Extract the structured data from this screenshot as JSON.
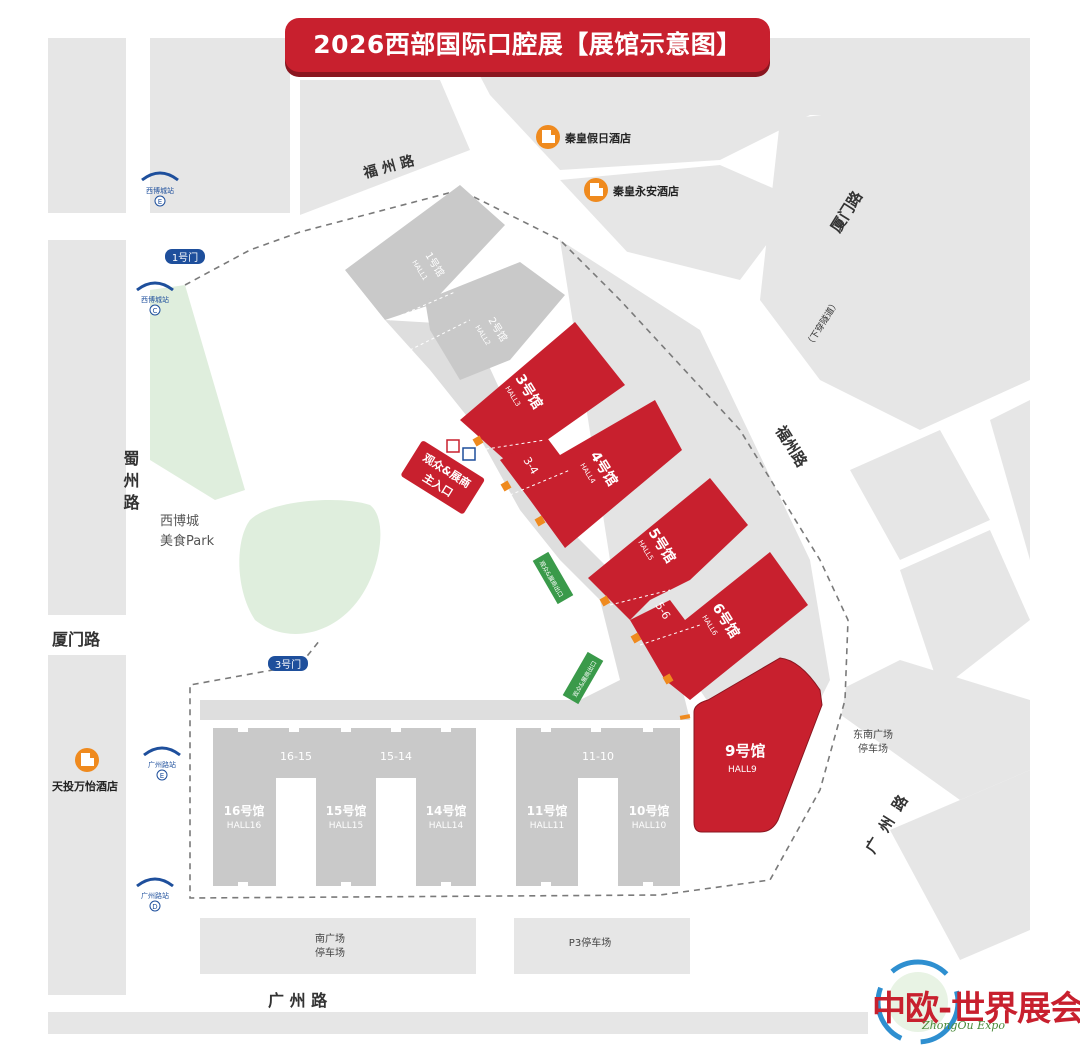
{
  "title": "2026西部国际口腔展【展馆示意图】",
  "roads": {
    "fuzhou_top": "福  州  路",
    "fuzhou_right": "福州路",
    "xiamen_right": "厦门路",
    "xiamen_left": "厦门路",
    "shuzhou": "蜀州路",
    "guangzhou_right": "广州路",
    "guangzhou_bottom": "广  州  路",
    "tunnel": "（下穿隧道）"
  },
  "hotels": [
    {
      "name": "秦皇假日酒店",
      "icon": "hotel-icon"
    },
    {
      "name": "秦皇永安酒店",
      "icon": "hotel-icon"
    },
    {
      "name": "天投万怡酒店",
      "icon": "hotel-icon"
    }
  ],
  "metro": [
    {
      "name": "西博城站",
      "exit": "E"
    },
    {
      "name": "西博城站",
      "exit": "C"
    },
    {
      "name": "广州路站",
      "exit": "E"
    },
    {
      "name": "广州路站",
      "exit": "D"
    }
  ],
  "gates": {
    "gate1": "1号门",
    "gate3": "3号门"
  },
  "park": {
    "line1": "西博城",
    "line2": "美食Park"
  },
  "entrance": {
    "line1": "观众&展商",
    "line2": "主入口"
  },
  "halls": [
    {
      "name": "1号馆",
      "en": "HALL1",
      "highlight": false
    },
    {
      "name": "2号馆",
      "en": "HALL2",
      "highlight": false
    },
    {
      "name": "3号馆",
      "en": "HALL3",
      "highlight": true
    },
    {
      "name": "4号馆",
      "en": "HALL4",
      "highlight": true
    },
    {
      "name": "5号馆",
      "en": "HALL5",
      "highlight": true
    },
    {
      "name": "6号馆",
      "en": "HALL6",
      "highlight": true
    },
    {
      "name": "9号馆",
      "en": "HALL9",
      "highlight": true
    },
    {
      "name": "16号馆",
      "en": "HALL16",
      "highlight": false
    },
    {
      "name": "15号馆",
      "en": "HALL15",
      "highlight": false
    },
    {
      "name": "14号馆",
      "en": "HALL14",
      "highlight": false
    },
    {
      "name": "11号馆",
      "en": "HALL11",
      "highlight": false
    },
    {
      "name": "10号馆",
      "en": "HALL10",
      "highlight": false
    }
  ],
  "connectors": {
    "c34": "3-4",
    "c56": "5-6",
    "c1615": "16-15",
    "c1514": "15-14",
    "c1110": "11-10"
  },
  "parking": {
    "southeast": {
      "line1": "东南广场",
      "line2": "停车场"
    },
    "south": {
      "line1": "南广场",
      "line2": "停车场"
    },
    "p3": "P3停车场"
  },
  "exits": {
    "exit1": "观众&展商出口",
    "exit2": "观众&展商出口"
  },
  "logo": {
    "text": "中欧-世界展会",
    "sub": "ZhongOu Expo"
  },
  "colors": {
    "hall_red": "#c8202e",
    "hall_gray": "#c9c9c9",
    "park_green": "#dfeedd",
    "road": "#ffffff",
    "block": "#e6e6e6",
    "accent_orange": "#ef8a1e",
    "metro_blue": "#1e4f9c"
  }
}
